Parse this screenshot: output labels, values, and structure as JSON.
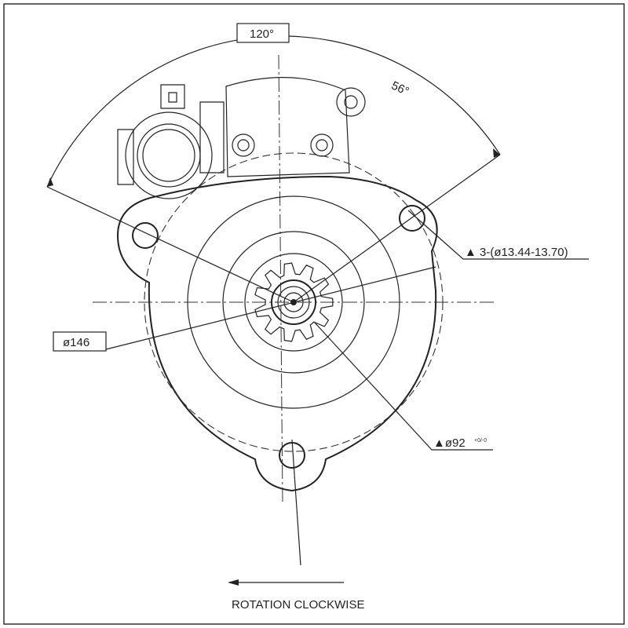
{
  "drawing": {
    "angle_total": "120°",
    "angle_partial": "56°",
    "mounting_holes": "3-(ø13.44-13.70)",
    "pilot_diameter": "ø92",
    "pilot_tolerance": "+0/-0",
    "bolt_circle": "ø146",
    "rotation_label": "ROTATION CLOCKWISE",
    "triangle_marker": "▲"
  }
}
